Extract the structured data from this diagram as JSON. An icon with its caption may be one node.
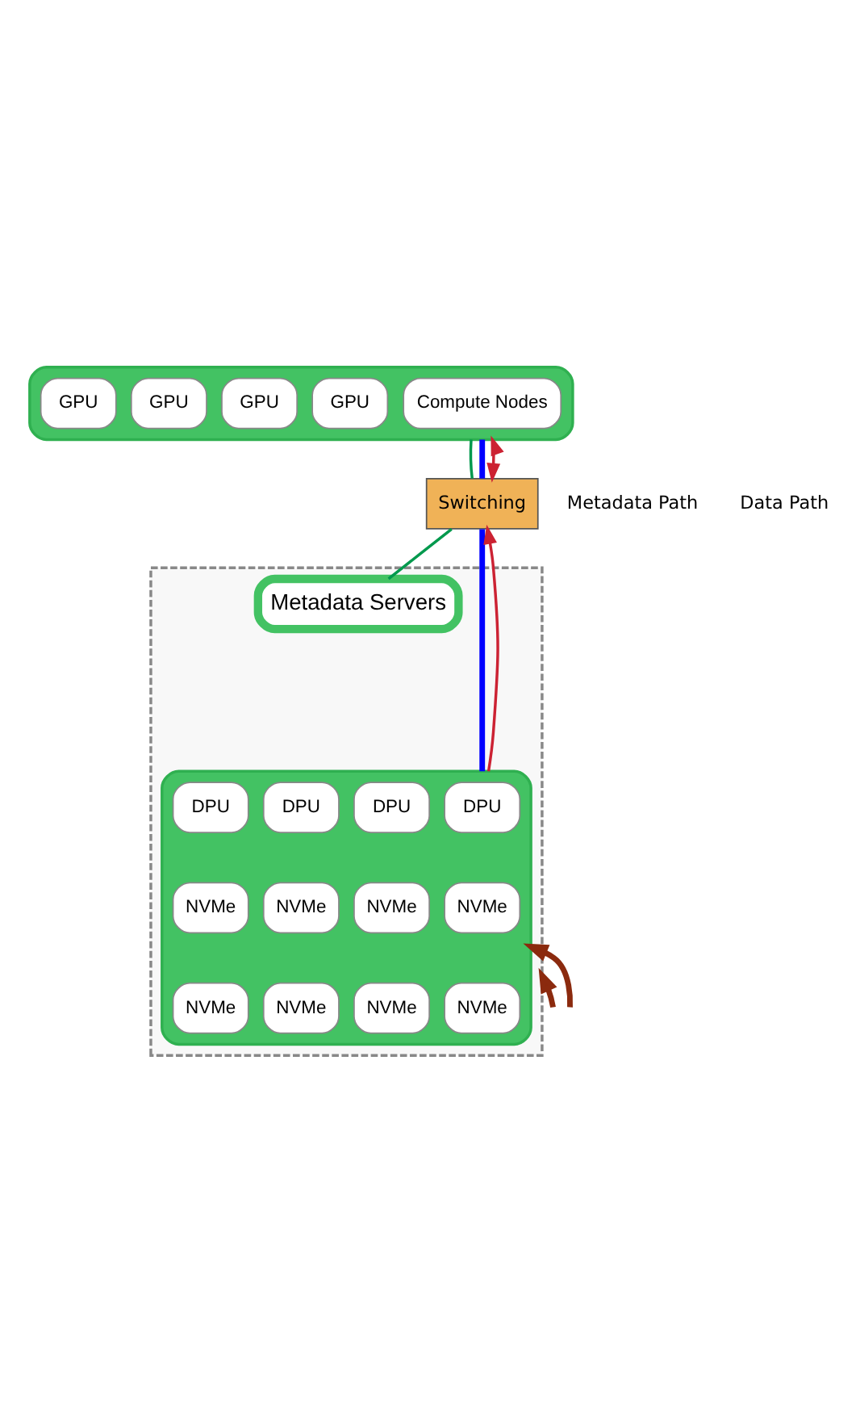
{
  "diagram": {
    "nodes": [
      {
        "text": [],
        "shape": "box"
      },
      {
        "text": [
          "Compute Nodes"
        ],
        "in": 0
      },
      {
        "text": [
          "GPU"
        ],
        "in": 0
      },
      {
        "text": [
          "GPU"
        ],
        "in": 0
      },
      {
        "text": [
          "GPU"
        ],
        "in": 0
      },
      {
        "text": [
          "GPU"
        ],
        "in": 0
      },
      {
        "text": [
          "Switching"
        ]
      },
      {
        "text": [],
        "shape": "box"
      },
      {
        "text": [
          "Metadata Servers"
        ],
        "in": 7
      },
      {
        "text": [],
        "shape": "box",
        "in": 7
      },
      {
        "text": [
          "DPU"
        ],
        "in": 9
      },
      {
        "text": [
          "DPU"
        ],
        "in": 9
      },
      {
        "text": [
          "DPU"
        ],
        "in": 9
      },
      {
        "text": [
          "DPU"
        ],
        "in": 9
      },
      {
        "text": [
          "NVMe"
        ],
        "in": 9
      },
      {
        "text": [
          "NVMe"
        ],
        "in": 9
      },
      {
        "text": [
          "NVMe"
        ],
        "in": 9
      },
      {
        "text": [
          "NVMe"
        ],
        "in": 9
      },
      {
        "text": [
          "NVMe"
        ],
        "in": 9
      },
      {
        "text": [
          "NVMe"
        ],
        "in": 9
      },
      {
        "text": [
          "NVMe"
        ],
        "in": 9
      },
      {
        "text": [
          "NVMe"
        ],
        "in": 9
      }
    ],
    "edges": [
      {
        "from": 0,
        "to": 6,
        "arrow": "none",
        "color": "#00994d"
      },
      {
        "from": 6,
        "to": 8,
        "arrow": "none",
        "color": "#00994d"
      },
      {
        "from": 0,
        "to": 6,
        "arrow": "none",
        "style": "thick",
        "color": "#0000ff"
      },
      {
        "from": 6,
        "to": 9,
        "arrow": "none",
        "style": "thick",
        "color": "#0000ff"
      },
      {
        "from": 6,
        "to": 0,
        "arrow": "both",
        "color": "#cc2233"
      },
      {
        "from": 9,
        "to": 6,
        "arrow": "to",
        "color": "#cc2233"
      },
      {
        "from": null,
        "to": 7,
        "arrow": "to",
        "style": "thick",
        "color": "#8b2a0e"
      },
      {
        "from": null,
        "to": 9,
        "arrow": "to",
        "style": "thick",
        "color": "#8b2a0e"
      }
    ],
    "labels": [
      "Metadata Path",
      "Data Path"
    ]
  }
}
